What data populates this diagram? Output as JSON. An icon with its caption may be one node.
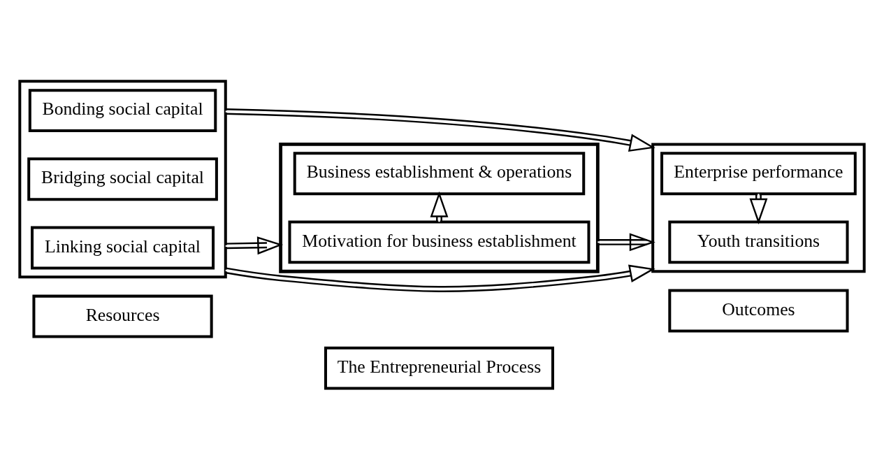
{
  "diagram": {
    "nodes": [
      {
        "text": [
          "Resources"
        ]
      },
      {
        "text": [
          "The Entrepreneurial Process"
        ]
      },
      {
        "text": [
          "Outcomes"
        ]
      },
      {
        "text": [],
        "shape": "box"
      },
      {
        "text": [
          "Bonding social capital"
        ],
        "in": 3
      },
      {
        "text": [
          "Bridging social capital"
        ],
        "in": 3
      },
      {
        "text": [
          "Linking social capital"
        ],
        "in": 3
      },
      {
        "text": [],
        "shape": "box"
      },
      {
        "text": [
          "Motivation for business establishment"
        ],
        "in": 7
      },
      {
        "text": [
          "Business establishment & operations"
        ],
        "in": 7
      },
      {
        "text": [],
        "shape": "box"
      },
      {
        "text": [
          "Enterprise performance"
        ],
        "in": 10
      },
      {
        "text": [
          "Youth transitions"
        ],
        "in": 10
      }
    ],
    "edges": [
      {
        "from": 3,
        "to": 10,
        "arrow": "to"
      },
      {
        "from": 3,
        "to": 7,
        "arrow": "to"
      },
      {
        "from": 7,
        "to": 10,
        "arrow": "to"
      },
      {
        "from": 8,
        "to": 9,
        "arrow": "to"
      },
      {
        "from": 11,
        "to": 12,
        "arrow": "to"
      },
      {
        "from": 3,
        "to": 10,
        "arrow": "to"
      }
    ]
  }
}
